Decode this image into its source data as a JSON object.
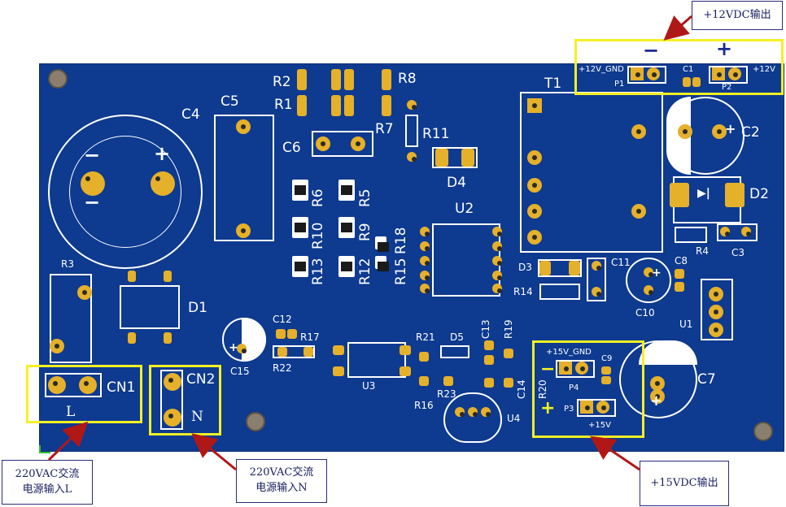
{
  "board": {
    "refs": {
      "C4": "C4",
      "C5": "C5",
      "C6": "C6",
      "R1": "R1",
      "R2": "R2",
      "R7": "R7",
      "R8": "R8",
      "R11": "R11",
      "D4": "D4",
      "T1": "T1",
      "C2": "C2",
      "D2": "D2",
      "R4": "R4",
      "C3": "C3",
      "R6": "R6",
      "R5": "R5",
      "R10": "R10",
      "R9": "R9",
      "R18": "R18",
      "R13": "R13",
      "R12": "R12",
      "R15": "R15",
      "U2": "U2",
      "D3": "D3",
      "C11": "C11",
      "C8": "C8",
      "R14": "R14",
      "C10": "C10",
      "U1": "U1",
      "R3": "R3",
      "D1": "D1",
      "C12": "C12",
      "R17": "R17",
      "R22": "R22",
      "C15": "C15",
      "U3": "U3",
      "R21": "R21",
      "D5": "D5",
      "C13": "C13",
      "R19": "R19",
      "R16": "R16",
      "R23": "R23",
      "C14": "C14",
      "R20": "R20",
      "U4": "U4",
      "C7": "C7",
      "C9": "C9",
      "P1": "P1",
      "P2": "P2",
      "C1": "C1",
      "P3": "P3",
      "P4": "P4",
      "CN1": "CN1",
      "CN2": "CN2"
    },
    "silk": {
      "p1_net": "+12V_GND",
      "p2_net": "+12V",
      "p4_net": "+15V_GND",
      "p3_net": "+15V",
      "cn1_pin": "L",
      "cn2_pin": "N",
      "minus": "−",
      "plus": "+"
    }
  },
  "callouts": {
    "out12": "+12VDC输出",
    "out15": "+15VDC输出",
    "in_l": "220VAC交流\n电源输入L",
    "in_n": "220VAC交流\n电源输入N"
  },
  "colors": {
    "board": "#0e3a8f",
    "pad": "#e5b02a",
    "highlight": "#f5f024",
    "arrow": "#b01818"
  }
}
